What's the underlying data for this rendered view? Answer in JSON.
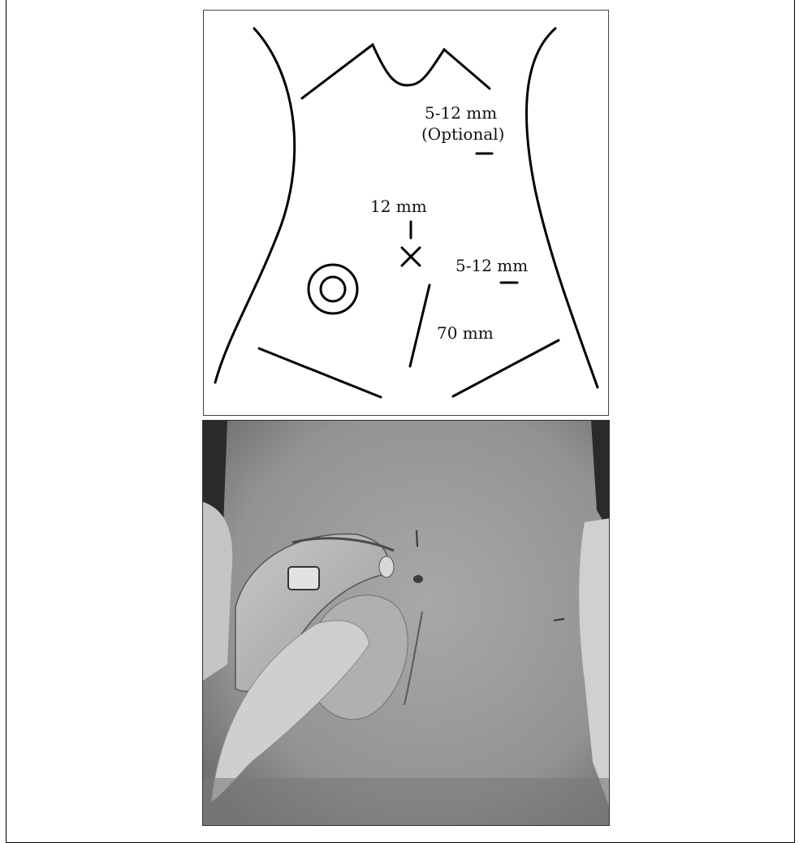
{
  "diagram": {
    "labels": {
      "optional_port_size": "5-12 mm",
      "optional_port_note": "(Optional)",
      "camera_port": "12 mm",
      "right_port": "5-12 mm",
      "incision": "70 mm"
    }
  },
  "photo": {
    "subject": "abdomen-postoperative-photo"
  }
}
